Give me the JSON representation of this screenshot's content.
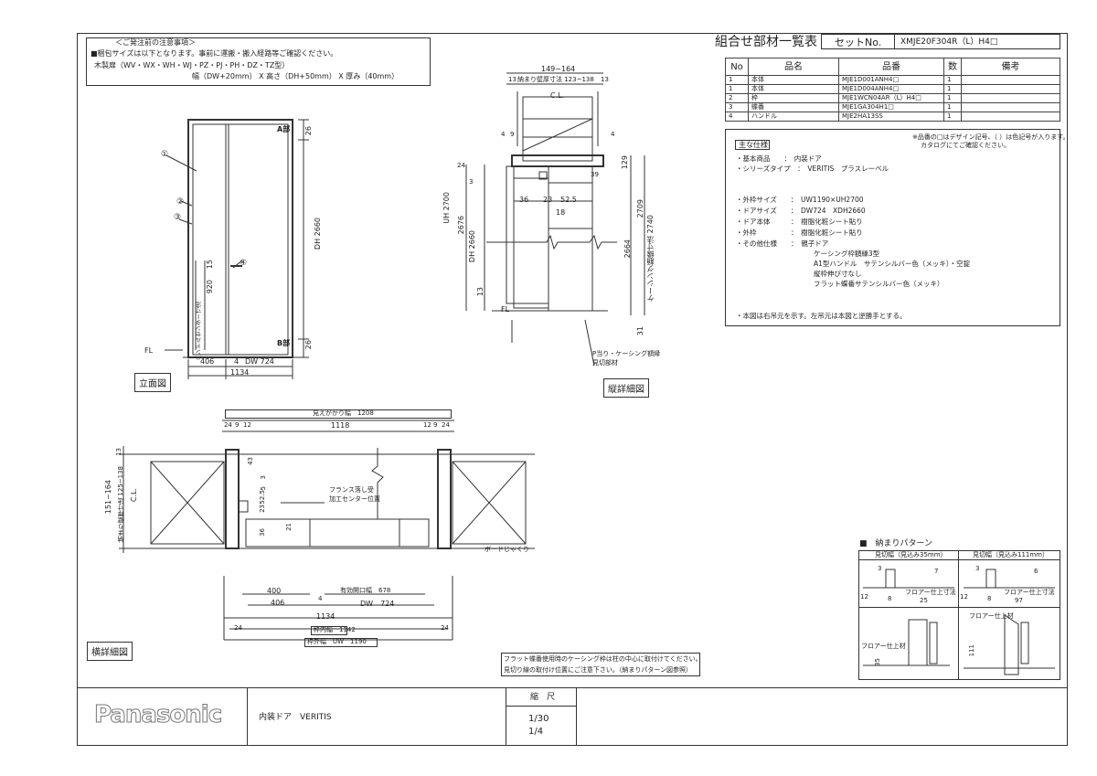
{
  "notice": {
    "title": "＜ご発注前の注意事項＞",
    "line1": "■梱包サイズは以下となります。事前に運搬・搬入経路等ご確認ください。",
    "line2": "木製扉（WV・WX・WH・WJ・PZ・PJ・PH・DZ・TZ型）",
    "line3": "幅（DW+20mm） X 高さ（DH+50mm） X 厚み（40mm）"
  },
  "header": {
    "title": "組合せ部材一覧表",
    "set_label": "セットNo.",
    "set_no": "XMJE20F304R（L）H4□"
  },
  "parts_table": {
    "columns": [
      "No",
      "品名",
      "品番",
      "数",
      "備考"
    ],
    "rows": [
      {
        "no": "1",
        "name": "本体",
        "code": "MJE1D001ANH4□",
        "qty": "1",
        "note": ""
      },
      {
        "no": "1",
        "name": "本体",
        "code": "MJE1D004ANH4□",
        "qty": "1",
        "note": ""
      },
      {
        "no": "2",
        "name": "枠",
        "code": "MJE1WCN04AR（L）H4□",
        "qty": "1",
        "note": ""
      },
      {
        "no": "3",
        "name": "蝶番",
        "code": "MJE1GA304H1□",
        "qty": "1",
        "note": ""
      },
      {
        "no": "4",
        "name": "ハンドル",
        "code": "MJE2HA13SS",
        "qty": "1",
        "note": ""
      }
    ]
  },
  "spec": {
    "note1": "※品番の□はデザイン記号、（ ）は色記号が入ります。",
    "note2": "カタログにてご確認ください。",
    "heading": "主な仕様",
    "lines": [
      "・基本商品　　：　内装ドア",
      "・シリーズタイプ　：　VERITIS　プラスレーベル",
      "・外枠サイズ　　：　UW1190×UH2700",
      "・ドアサイズ　　：　DW724　XDH2660",
      "・ドア本体　　　：　樹脂化粧シート貼り",
      "・外枠　　　　　：　樹脂化粧シート貼り",
      "・その他仕様　　：　親子ドア",
      "ケーシング枠額縁3型",
      "A1型ハンドル　サテンシルバー色（メッキ）・空錠",
      "縦枠伸び寸なし",
      "フラット蝶番サテンシルバー色（メッキ）"
    ],
    "footnote": "・本図は右吊元を示す。左吊元は本図と逆勝手とする。"
  },
  "elevation": {
    "label": "立面図",
    "dh": "DH 2660",
    "dim_top": "26",
    "dim_bottom": "26",
    "w_406": "406",
    "w_4": "4",
    "dw": "DW 724",
    "w_total": "1134",
    "handle_h": "920",
    "dim_15": "15",
    "fl": "FL",
    "mark_a": "A部",
    "mark_b": "B部",
    "c1": "①",
    "c2": "②",
    "c3": "③",
    "c4": "④",
    "handle_note": "ハンドルセンター寸法"
  },
  "vertical_section": {
    "label": "縦詳細図",
    "w_top": "149~164",
    "fit": "納まり壁厚寸法 123~138",
    "d13a": "13",
    "d13b": "13",
    "cl": "C.L.",
    "d4a": "4",
    "d9": "9",
    "d4b": "4",
    "d24": "24",
    "d39": "39",
    "d3": "3",
    "d36": "36",
    "d23": "23",
    "d52": "52.5",
    "d18": "18",
    "d129": "129",
    "uh": "UH 2700",
    "dh2676": "2676",
    "dh2660": "DH 2660",
    "d2709": "2709",
    "d2740": "ケーシング額縁寸法 2740",
    "d2664": "2664",
    "d13c": "13",
    "d31": "31",
    "fl": "FL",
    "casing": "P当り・ケーシング額縁",
    "floor": "見切部材"
  },
  "horizontal_section": {
    "label": "横詳細図",
    "visible_w": "見えがかり幅　1208",
    "w1118": "1118",
    "d24a": "24",
    "d9a": "9",
    "d12a": "12",
    "d12b": "12",
    "d9b": "9",
    "d24b": "24",
    "d43": "43",
    "d3": "3",
    "d5": "5",
    "d23": "23",
    "d52": "52.5",
    "d36": "36",
    "d21": "21",
    "d13": "13",
    "w_left": "151~164",
    "w_fit": "納まり壁厚寸法 125~138",
    "cl": "C.L.",
    "flange": "フランス落し受",
    "flange2": "加工センター位置",
    "board": "ボードじゃくり",
    "d400": "400",
    "d406": "406",
    "eff": "有効開口幅　678",
    "dw": "DW　724",
    "d4": "4",
    "w1134": "1134",
    "d24c": "24",
    "inner": "枠内幅　1142",
    "outer": "枠外幅　UW　1190",
    "d24d": "24"
  },
  "floor_pattern": {
    "title": "■　納まりパターン",
    "left_title": "見切幅（見込み35mm）",
    "right_title": "見切幅（見込み111mm）",
    "l25": "25",
    "r97": "97",
    "fl_note": "フロアー仕上寸法",
    "fl_mat": "フロアー仕上材",
    "l35": "35",
    "r111": "111",
    "d3": "3",
    "d12": "12",
    "d8": "8",
    "d6": "6",
    "d7": "7"
  },
  "caution": {
    "line1": "フラット蝶番使用時のケーシング枠は柱の中心に取付けてください。",
    "line2": "見切り線の取付け位置にご注意下さい。（納まりパターン図参照）"
  },
  "title_block": {
    "brand": "Panasonic",
    "product": "内装ドア　VERITIS",
    "scale_label": "縮　尺",
    "scale1": "1/30",
    "scale2": "1/4"
  }
}
